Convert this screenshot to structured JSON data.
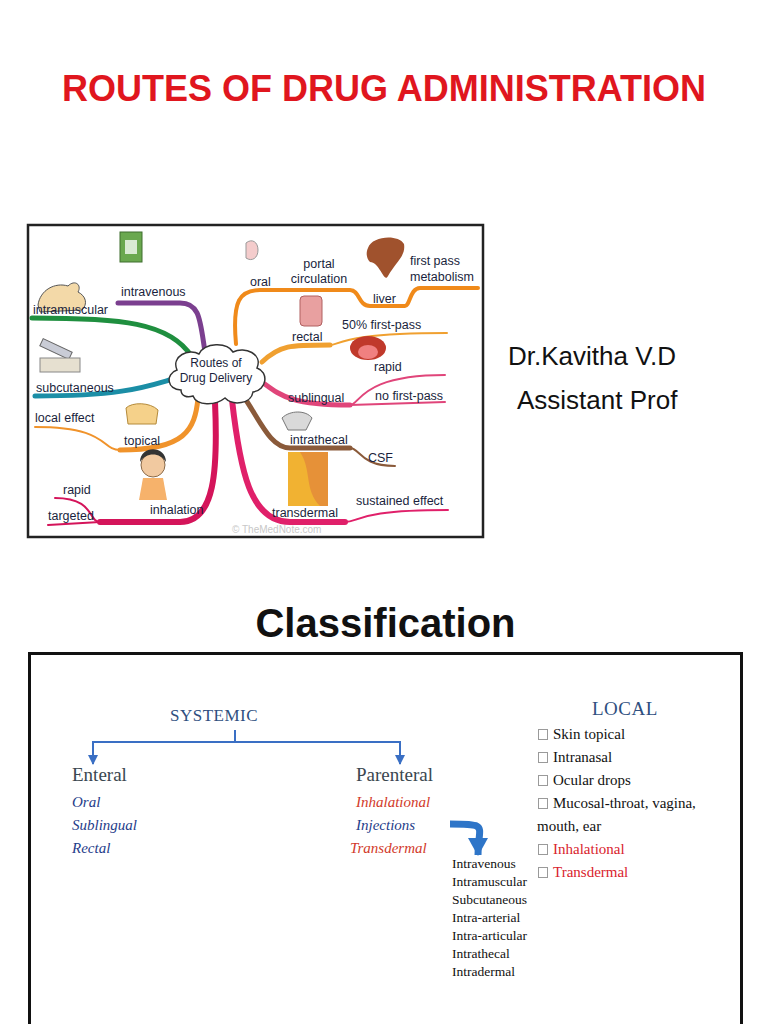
{
  "diagram": {
    "title": "ROUTES OF DRUG ADMINISTRATION",
    "nodes": [
      {
        "text": [
          "Routes of Drug Delivery"
        ]
      },
      {
        "text": [
          "Classification"
        ]
      },
      {
        "text": [
          "SYSTEMIC"
        ],
        "in": 1
      },
      {
        "text": [
          "LOCAL",
          "Skin topical",
          "Intranasal",
          "Ocular drops",
          "Mucosal-throat, vagina, mouth, ear",
          "Inhalational",
          "Transdermal"
        ],
        "in": 1
      },
      {
        "text": [
          "Enteral",
          "Oral",
          "Sublingual",
          "Rectal"
        ],
        "in": 1
      },
      {
        "text": [
          "Parenteral",
          "Inhalational",
          "Injections",
          "Transdermal"
        ],
        "in": 1
      },
      {
        "text": [
          "Intravenous",
          "Intramuscular",
          "Subcutaneous",
          "Intra-arterial",
          "Intra-articular",
          "Intrathecal",
          "Intradermal"
        ],
        "in": 1
      }
    ],
    "edges": [
      {
        "from": 2,
        "to": 4,
        "arrow": "to"
      },
      {
        "from": 2,
        "to": 5,
        "arrow": "to"
      },
      {
        "from": 5,
        "to": 6,
        "arrow": "to"
      }
    ],
    "labels": [
      "Dr.Kavitha V.D",
      "Assistant Prof",
      "intravenous",
      "intramuscular",
      "subcutaneous",
      "local effect",
      "topical",
      "rapid",
      "targeted",
      "inhalation",
      "oral",
      "portal circulation",
      "liver",
      "first pass metabolism",
      "rectal",
      "50% first-pass",
      "sublingual",
      "rapid",
      "no first-pass",
      "intrathecal",
      "CSF",
      "transdermal",
      "sustained effect",
      "© TheMedNote.com"
    ]
  }
}
